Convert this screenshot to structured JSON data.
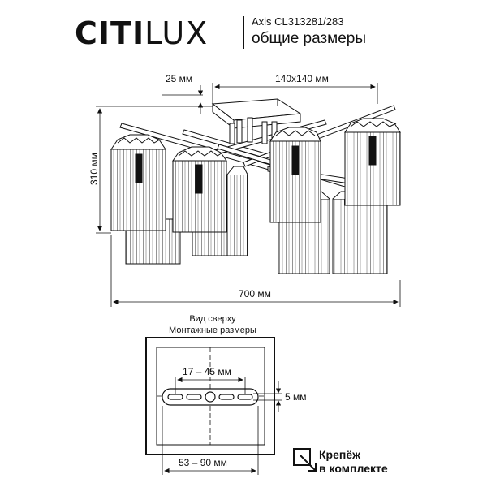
{
  "brand": {
    "logo_text_bold": "CITI",
    "logo_text_light": "LUX"
  },
  "header": {
    "model": "Axis CL313281/283",
    "subtitle": "общие размеры"
  },
  "dimensions": {
    "mount_thickness": "25 мм",
    "mount_size": "140x140 мм",
    "height": "310 мм",
    "width": "700 мм"
  },
  "top_view": {
    "title": "Вид сверху",
    "subtitle": "Монтажные размеры",
    "slot_range": "17 – 45 мм",
    "slot_width": "5 мм",
    "hole_range": "53 – 90 мм"
  },
  "note": {
    "line1": "Крепёж",
    "line2": "в комплекте"
  },
  "icons": [
    "arrow-down-right-icon"
  ]
}
